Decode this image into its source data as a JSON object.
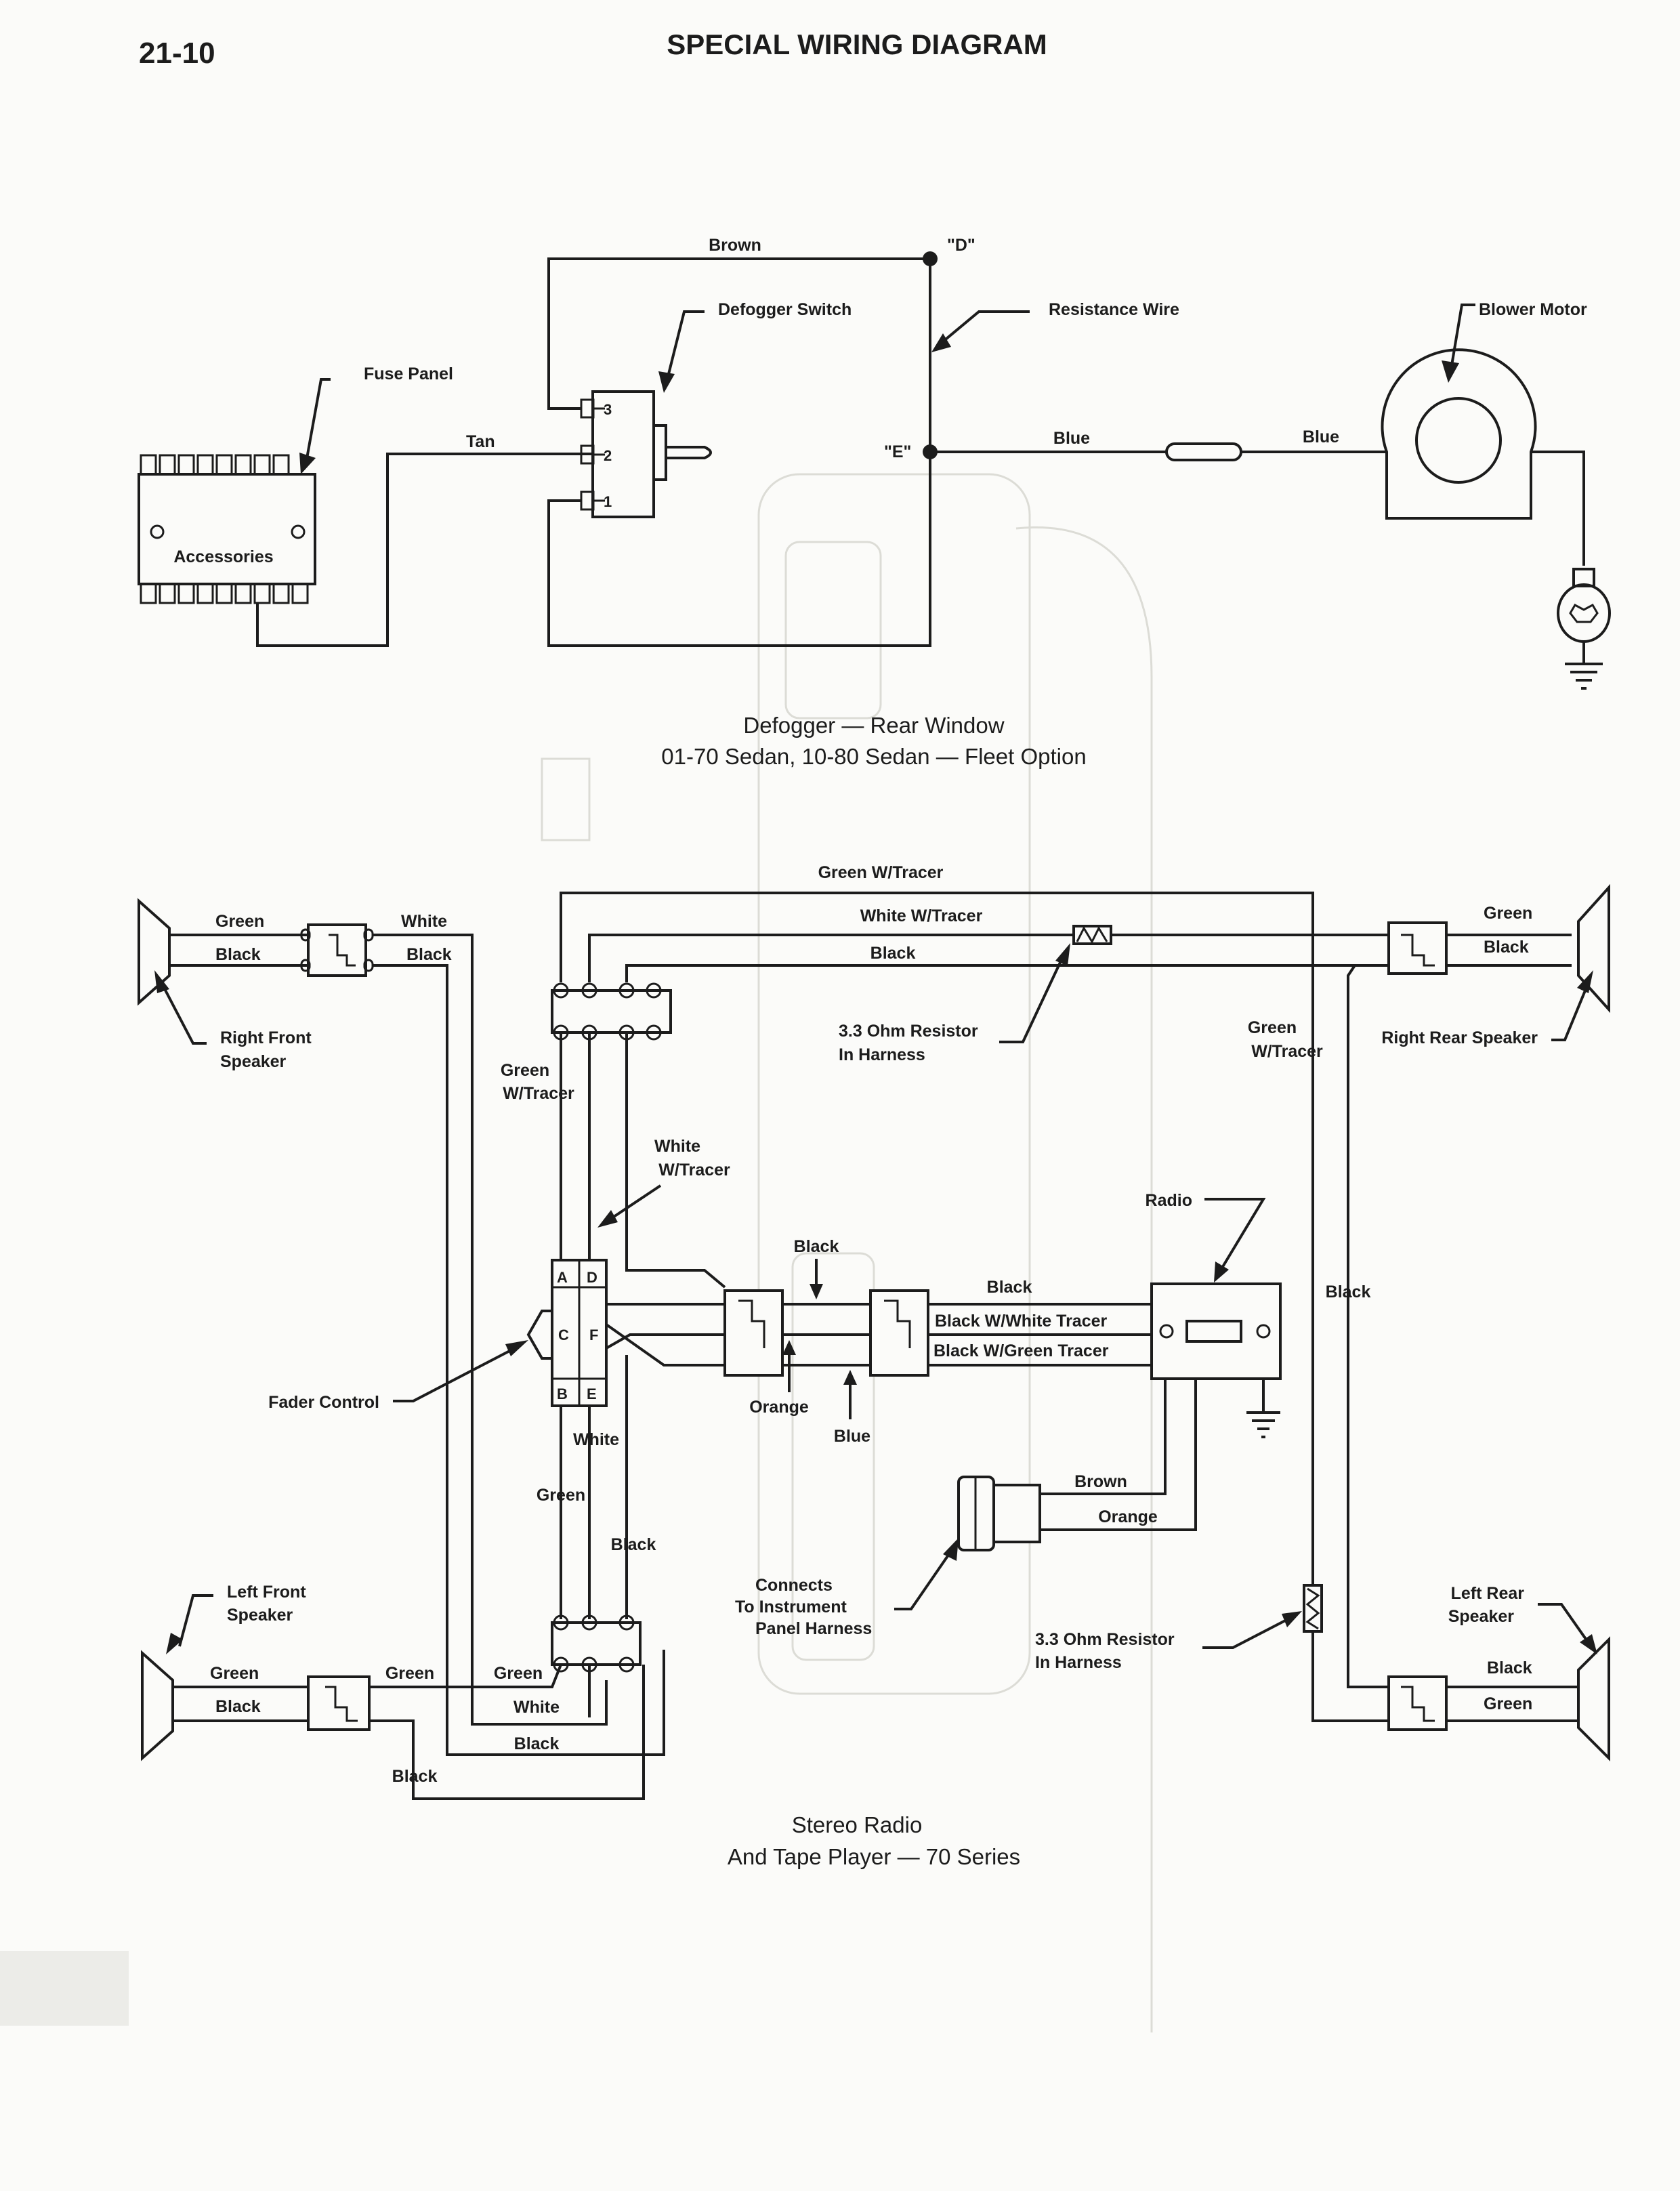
{
  "header": {
    "page_number": "21-10",
    "title": "SPECIAL WIRING DIAGRAM"
  },
  "defogger": {
    "wires": {
      "brown": "Brown",
      "tan": "Tan",
      "blue_1": "Blue",
      "blue_2": "Blue"
    },
    "terminals": {
      "d": "\"D\"",
      "e": "\"E\""
    },
    "components": {
      "defogger_switch": "Defogger Switch",
      "resistance_wire": "Resistance Wire",
      "blower_motor": "Blower Motor",
      "fuse_panel": "Fuse Panel",
      "accessories": "Accessories"
    },
    "switch_pins": [
      "3",
      "2",
      "1"
    ],
    "caption_line1": "Defogger — Rear Window",
    "caption_line2": "01-70 Sedan, 10-80 Sedan — Fleet Option"
  },
  "stereo": {
    "wires": {
      "green_w_tracer_top": "Green W/Tracer",
      "white_w_tracer_top": "White W/Tracer",
      "black_top": "Black",
      "rf_green": "Green",
      "rf_black": "Black",
      "rf_white": "White",
      "rf_black2": "Black",
      "rr_green": "Green",
      "rr_black": "Black",
      "green_w_tracer_right_1": "Green",
      "green_w_tracer_right_2": "W/Tracer",
      "green_w_tracer_left_1": "Green",
      "green_w_tracer_left_2": "W/Tracer",
      "white_w_tracer_mid_1": "White",
      "white_w_tracer_mid_2": "W/Tracer",
      "black_mid": "Black",
      "black_radio": "Black",
      "black_w_white_tracer": "Black W/White Tracer",
      "black_w_green_tracer": "Black W/Green Tracer",
      "orange": "Orange",
      "blue": "Blue",
      "white_fader": "White",
      "green_fader": "Green",
      "black_fader": "Black",
      "black_right": "Black",
      "brown": "Brown",
      "orange_conn": "Orange",
      "lf_green": "Green",
      "lf_black": "Black",
      "lf_green2": "Green",
      "lf_green3": "Green",
      "lf_white": "White",
      "lf_black2": "Black",
      "lf_black3": "Black",
      "lr_black": "Black",
      "lr_green": "Green"
    },
    "components": {
      "right_front_speaker_1": "Right Front",
      "right_front_speaker_2": "Speaker",
      "right_rear_speaker": "Right Rear Speaker",
      "left_front_speaker_1": "Left Front",
      "left_front_speaker_2": "Speaker",
      "left_rear_speaker_1": "Left Rear",
      "left_rear_speaker_2": "Speaker",
      "resistor_top_1": "3.3 Ohm Resistor",
      "resistor_top_2": "In Harness",
      "resistor_bottom_1": "3.3 Ohm Resistor",
      "resistor_bottom_2": "In Harness",
      "radio": "Radio",
      "fader_control": "Fader Control",
      "connects_1": "Connects",
      "connects_2": "To Instrument",
      "connects_3": "Panel Harness"
    },
    "fader_pins": [
      "A",
      "D",
      "C",
      "F",
      "B",
      "E"
    ],
    "caption_line1": "Stereo Radio",
    "caption_line2": "And Tape Player — 70 Series"
  }
}
